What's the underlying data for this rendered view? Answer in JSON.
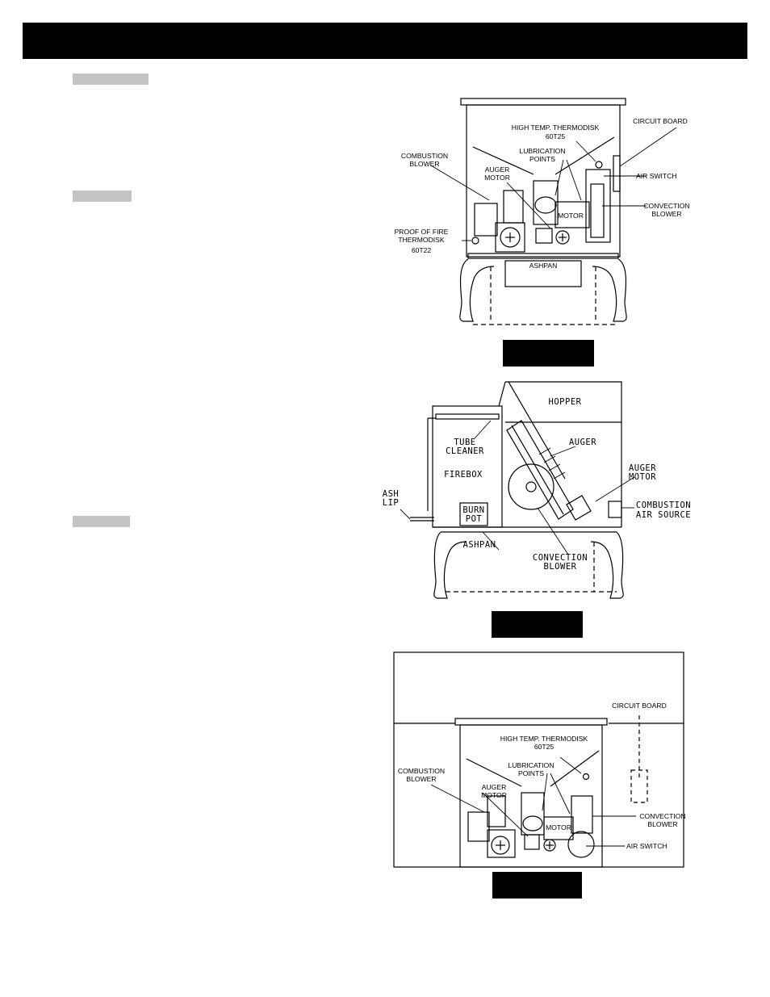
{
  "figure1": {
    "labels": {
      "high_temp": "HIGH TEMP. THERMODISK",
      "high_temp_code": "60T25",
      "circuit_board": "CIRCUIT BOARD",
      "lubrication": "LUBRICATION",
      "points": "POINTS",
      "combustion": "COMBUSTION",
      "blower": "BLOWER",
      "auger": "AUGER",
      "motor": "MOTOR",
      "air_switch": "AIR SWITCH",
      "motor_box": "MOTOR",
      "convection": "CONVECTION",
      "convection_blower": "BLOWER",
      "proof_of_fire": "PROOF OF FIRE",
      "thermodisk": "THERMODISK",
      "proof_code": "60T22",
      "ashpan": "ASHPAN"
    }
  },
  "figure2": {
    "labels": {
      "hopper": "HOPPER",
      "tube": "TUBE",
      "cleaner": "CLEANER",
      "auger": "AUGER",
      "firebox": "FIREBOX",
      "auger_motor_1": "AUGER",
      "auger_motor_2": "MOTOR",
      "ash": "ASH",
      "lip": "LIP",
      "burn": "BURN",
      "pot": "POT",
      "combustion": "COMBUSTION",
      "air_source": "AIR SOURCE",
      "ashpan": "ASHPAN",
      "convection": "CONVECTION",
      "blower": "BLOWER"
    }
  },
  "figure3": {
    "labels": {
      "circuit_board": "CIRCUIT BOARD",
      "high_temp": "HIGH TEMP. THERMODISK",
      "high_temp_code": "60T25",
      "lubrication": "LUBRICATION",
      "points": "POINTS",
      "combustion": "COMBUSTION",
      "blower": "BLOWER",
      "auger": "AUGER",
      "motor": "MOTOR",
      "motor_box": "MOTOR",
      "convection": "CONVECTION",
      "convection_blower": "BLOWER",
      "air_switch": "AIR SWITCH"
    }
  }
}
